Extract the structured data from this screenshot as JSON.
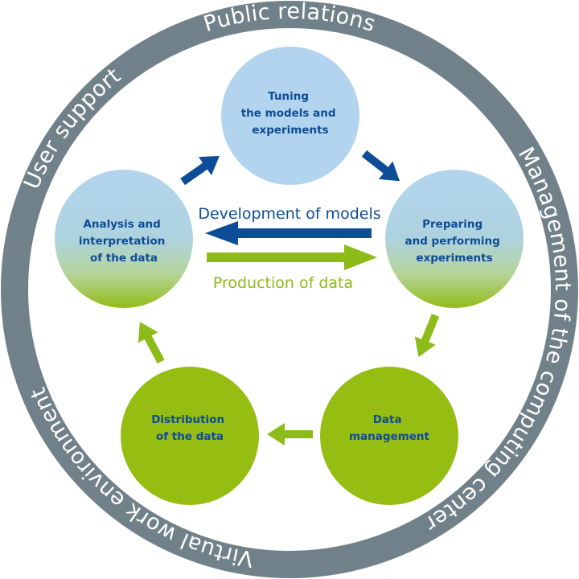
{
  "colors": {
    "ring": "#718189",
    "blue_node": "#b2d4ee",
    "green_node": "#95bd12",
    "blue_dark": "#0d4c96",
    "green_arrow": "#8cbb1a",
    "text_on_ring": "#ffffff"
  },
  "ring_labels": {
    "top": "Public relations",
    "right": "Management of the computing center",
    "bottom": "Virtual work environment",
    "left": "User support"
  },
  "nodes": [
    {
      "id": "tuning",
      "lines": [
        "Tuning",
        "the models and",
        "experiments"
      ],
      "style": "blue"
    },
    {
      "id": "preparing",
      "lines": [
        "Preparing",
        "and performing",
        "experiments"
      ],
      "style": "gradient"
    },
    {
      "id": "data-management",
      "lines": [
        "Data",
        "management"
      ],
      "style": "green"
    },
    {
      "id": "distribution",
      "lines": [
        "Distribution",
        "of the data"
      ],
      "style": "green"
    },
    {
      "id": "analysis",
      "lines": [
        "Analysis and",
        "interpretation",
        "of the data"
      ],
      "style": "gradient"
    }
  ],
  "flows": {
    "development": "Development of models",
    "production": "Production of data"
  },
  "cycle_arrows": [
    {
      "from": "analysis",
      "to": "tuning",
      "color": "blue"
    },
    {
      "from": "tuning",
      "to": "preparing",
      "color": "blue"
    },
    {
      "from": "preparing",
      "to": "data-management",
      "color": "green"
    },
    {
      "from": "data-management",
      "to": "distribution",
      "color": "green"
    },
    {
      "from": "distribution",
      "to": "analysis",
      "color": "green"
    }
  ]
}
